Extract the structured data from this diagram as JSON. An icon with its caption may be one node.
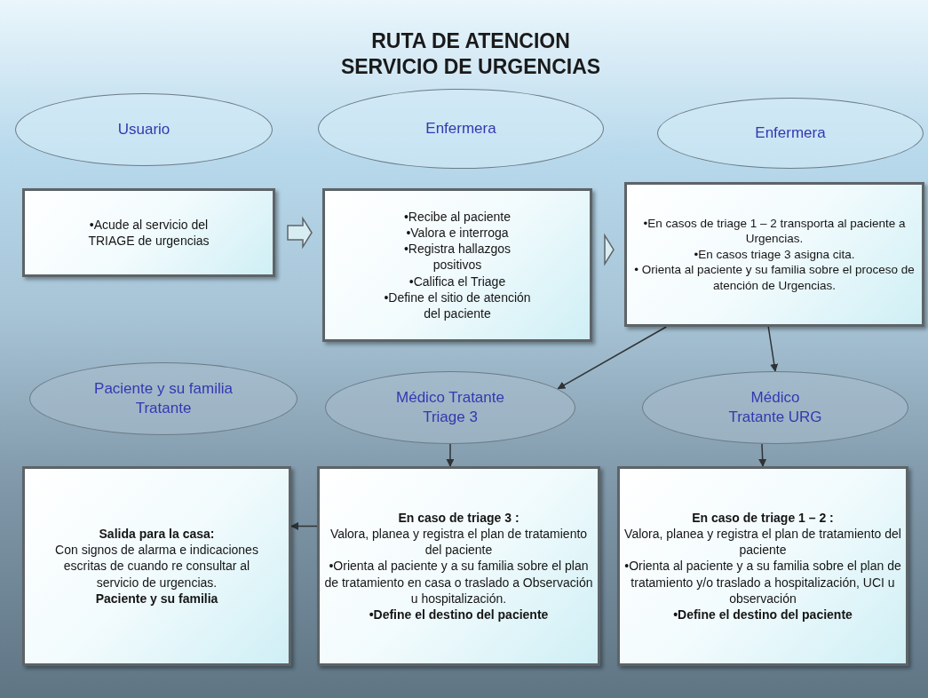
{
  "diagram": {
    "title": "RUTA DE ATENCION SERVICIO DE URGENCIAS",
    "nodes": [
      {
        "text": [
          "Usuario"
        ]
      },
      {
        "text": [
          "Enfermera"
        ]
      },
      {
        "text": [
          "Enfermera"
        ]
      },
      {
        "text": [
          "•Acude al servicio del TRIAGE de urgencias"
        ]
      },
      {
        "text": [
          "•Recibe al paciente",
          "•Valora e interroga",
          "•Registra hallazgos positivos",
          "•Califica el Triage",
          "•Define el sitio de atención del paciente"
        ]
      },
      {
        "text": [
          "•En casos de triage 1 – 2 transporta al paciente a Urgencias.",
          "•En casos triage 3 asigna cita.",
          "• Orienta al paciente y su familia sobre el proceso de atención de Urgencias."
        ]
      },
      {
        "text": [
          "Paciente y su familia Tratante"
        ]
      },
      {
        "text": [
          "Médico Tratante Triage 3"
        ]
      },
      {
        "text": [
          "Médico Tratante URG"
        ]
      },
      {
        "text": [
          "**Salida para la casa:**",
          "Con signos de alarma e indicaciones escritas de cuando re consultar al servicio de urgencias.",
          "**Paciente y su familia**"
        ]
      },
      {
        "text": [
          "**En caso de triage 3 :**",
          "Valora, planea y registra el plan de tratamiento del paciente",
          "•Orienta al paciente y a su familia sobre el plan de tratamiento en casa o traslado a Observación u hospitalización.",
          "**•Define el destino del paciente**"
        ]
      },
      {
        "text": [
          "**En caso de triage 1 – 2 :**",
          "Valora, planea y registra el plan de tratamiento del paciente",
          "•Orienta al paciente y a su familia sobre el plan de tratamiento y/o traslado a hospitalización, UCI u observación",
          "**•Define el destino del paciente**"
        ]
      }
    ],
    "edges": [
      {
        "from": 3,
        "to": 4,
        "arrow": "to",
        "style": "thick"
      },
      {
        "from": 4,
        "to": 5,
        "arrow": "to",
        "style": "thick"
      },
      {
        "from": 5,
        "to": 7,
        "arrow": "to"
      },
      {
        "from": 5,
        "to": 8,
        "arrow": "to"
      },
      {
        "from": 7,
        "to": 10,
        "arrow": "to"
      },
      {
        "from": 8,
        "to": 11,
        "arrow": "to"
      },
      {
        "from": 10,
        "to": 9,
        "arrow": "to"
      }
    ]
  }
}
